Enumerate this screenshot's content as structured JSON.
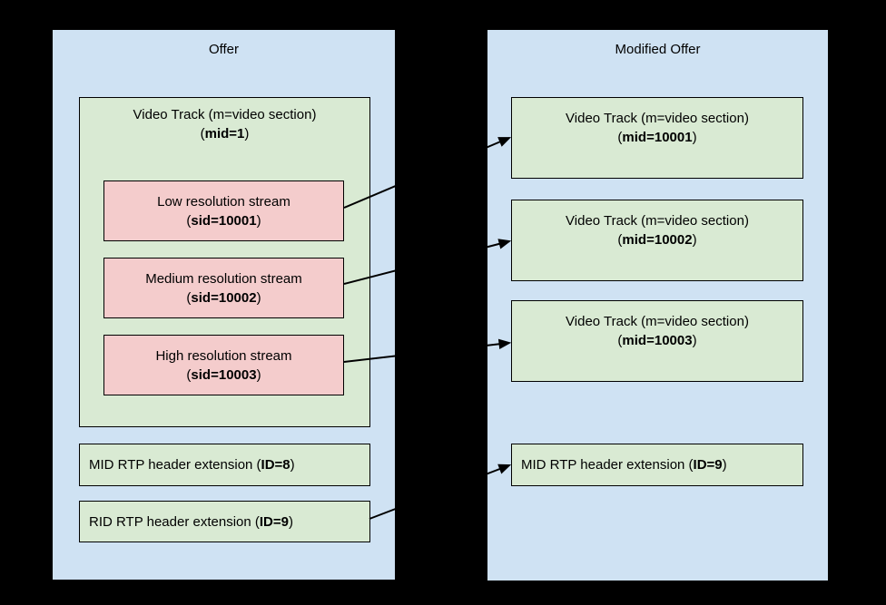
{
  "colors": {
    "background": "#000000",
    "panel_blue": "#cfe2f3",
    "box_green": "#d9ead3",
    "box_pink": "#f4cccc",
    "border_black": "#000000",
    "arrow_black": "#000000"
  },
  "offer": {
    "title": "Offer",
    "video_track": {
      "line1": "Video Track (m=video section)",
      "line2_pre": "(",
      "line2_bold": "mid=1",
      "line2_post": ")"
    },
    "streams": [
      {
        "line1": "Low resolution stream",
        "line2_pre": "(",
        "line2_bold": "sid=10001",
        "line2_post": ")"
      },
      {
        "line1": "Medium resolution stream",
        "line2_pre": "(",
        "line2_bold": "sid=10002",
        "line2_post": ")"
      },
      {
        "line1": "High resolution stream",
        "line2_pre": "(",
        "line2_bold": "sid=10003",
        "line2_post": ")"
      }
    ],
    "extensions": [
      {
        "pre": "MID RTP header extension (",
        "bold": "ID=8",
        "post": ")"
      },
      {
        "pre": "RID RTP header extension (",
        "bold": "ID=9",
        "post": ")"
      }
    ]
  },
  "modified_offer": {
    "title": "Modified Offer",
    "tracks": [
      {
        "line1": "Video Track (m=video section)",
        "line2_pre": "(",
        "line2_bold": "mid=10001",
        "line2_post": ")"
      },
      {
        "line1": "Video Track (m=video section)",
        "line2_pre": "(",
        "line2_bold": "mid=10002",
        "line2_post": ")"
      },
      {
        "line1": "Video Track (m=video section)",
        "line2_pre": "(",
        "line2_bold": "mid=10003",
        "line2_post": ")"
      }
    ],
    "extensions": [
      {
        "pre": "MID RTP header extension (",
        "bold": "ID=9",
        "post": ")"
      }
    ]
  }
}
